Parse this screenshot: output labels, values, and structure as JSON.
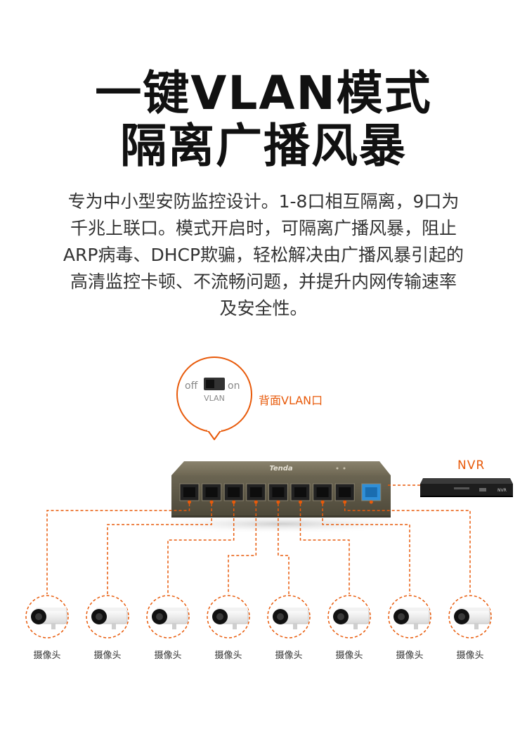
{
  "header": {
    "title_line1": "一键VLAN模式",
    "title_line2": "隔离广播风暴"
  },
  "description": {
    "lines": [
      "专为中小型安防监控设计。1-8口相互隔离，9口为",
      "千兆上联口。模式开启时，可隔离广播风暴，阻止",
      "ARP病毒、DHCP欺骗，轻松解决由广播风暴引起的",
      "高清监控卡顿、不流畅问题，并提升内网传输速率",
      "及安全性。"
    ]
  },
  "switch_bubble": {
    "off_label": "off",
    "on_label": "on",
    "name": "VLAN"
  },
  "vlan_port_label": "背面VLAN口",
  "device": {
    "brand": "Tenda",
    "port_count": 9
  },
  "nvr": {
    "label": "NVR",
    "panel_text": "NVR"
  },
  "cameras": [
    {
      "label": "摄像头"
    },
    {
      "label": "摄像头"
    },
    {
      "label": "摄像头"
    },
    {
      "label": "摄像头"
    },
    {
      "label": "摄像头"
    },
    {
      "label": "摄像头"
    },
    {
      "label": "摄像头"
    },
    {
      "label": "摄像头"
    }
  ],
  "colors": {
    "accent": "#e85a0a",
    "switch_body": "#6b6552",
    "uplink_port": "#2f8fd8"
  }
}
